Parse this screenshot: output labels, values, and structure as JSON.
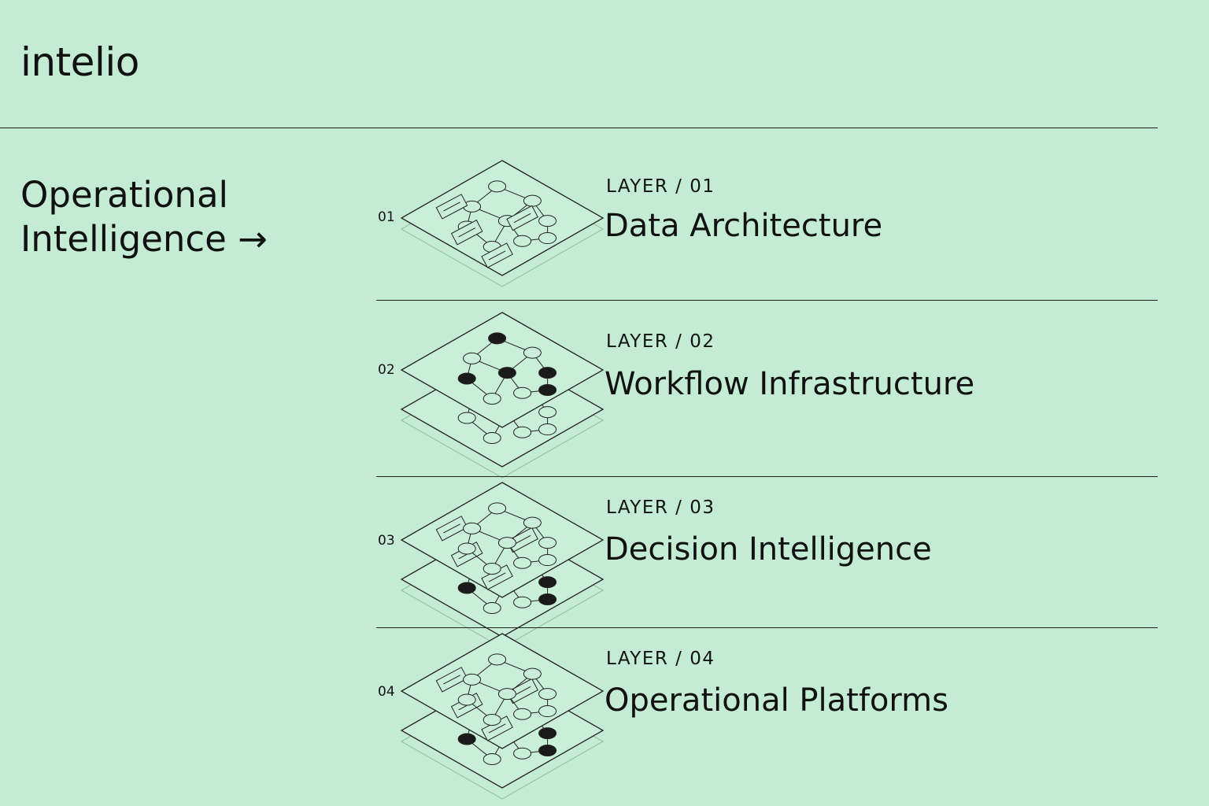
{
  "brand": {
    "logo": "intelio"
  },
  "hero": {
    "heading_line1": "Operational",
    "heading_line2": "Intelligence →"
  },
  "layers": [
    {
      "number": "01",
      "label": "LAYER / 01",
      "title": "Data Architecture"
    },
    {
      "number": "02",
      "label": "LAYER / 02",
      "title": "Workflow Infrastructure"
    },
    {
      "number": "03",
      "label": "LAYER / 03",
      "title": "Decision Intelligence"
    },
    {
      "number": "04",
      "label": "LAYER / 04",
      "title": "Operational Platforms"
    }
  ],
  "colors": {
    "background": "#c4ecd4",
    "ink": "#111111"
  }
}
